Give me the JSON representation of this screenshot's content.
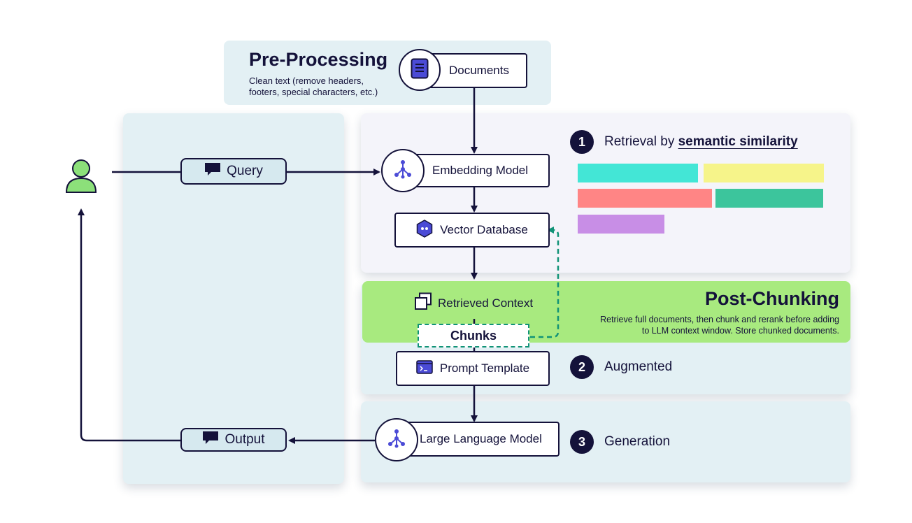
{
  "pre_processing": {
    "title": "Pre-Processing",
    "description_line1": "Clean text (remove headers,",
    "description_line2": "footers, special characters, etc.)",
    "documents_label": "Documents"
  },
  "query_label": "Query",
  "output_label": "Output",
  "embedding_model_label": "Embedding Model",
  "vector_database_label": "Vector Database",
  "retrieval": {
    "number": "1",
    "label_prefix": "Retrieval by ",
    "label_emphasis": "semantic similarity"
  },
  "post_chunking": {
    "title": "Post-Chunking",
    "description_line1": "Retrieve full documents, then chunk and rerank before adding",
    "description_line2": "to LLM context window. Store chunked documents.",
    "retrieved_context_label": "Retrieved Context",
    "chunks_label": "Chunks"
  },
  "augmented": {
    "number": "2",
    "label": "Augmented",
    "prompt_template_label": "Prompt Template"
  },
  "generation": {
    "number": "3",
    "label": "Generation",
    "llm_label": "Large Language Model"
  },
  "colors": {
    "ink": "#14123a",
    "panel_blue": "#e3f0f4",
    "panel_lavender": "#f4f4fa",
    "post_chunking_green": "#a8ea7f",
    "chunk_arrow": "#119377",
    "user_green": "#8ce07a",
    "icon_purple": "#4b4bd6",
    "bar_cyan": "#43e6d6",
    "bar_yellow": "#f6f48a",
    "bar_salmon": "#ff8585",
    "bar_green": "#3cc59c",
    "bar_purple": "#c88ee6"
  },
  "icons": [
    "user-icon",
    "chat-bubble-icon",
    "document-icon",
    "network-node-icon",
    "vector-db-icon",
    "copy-stack-icon",
    "terminal-icon"
  ]
}
